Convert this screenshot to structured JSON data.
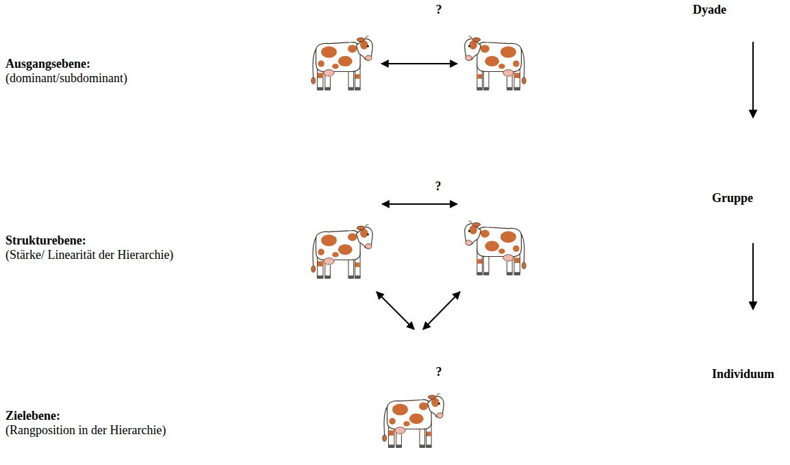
{
  "diagram": {
    "nodes": [
      {
        "text": [
          "Dyade"
        ]
      },
      {
        "text": [
          "Gruppe"
        ]
      },
      {
        "text": [
          "Individuum"
        ]
      }
    ],
    "edges": [
      {
        "from": 0,
        "to": 1,
        "arrow": "to"
      },
      {
        "from": 1,
        "to": 2,
        "arrow": "to"
      }
    ],
    "labels": [
      "Ausgangsebene:",
      "(dominant/subdominant)",
      "Strukturebene:",
      "(Stärke/ Linearität der Hierarchie)",
      "Zielebene:",
      "(Rangposition in der Hierarchie)",
      "?",
      "?",
      "?"
    ]
  }
}
